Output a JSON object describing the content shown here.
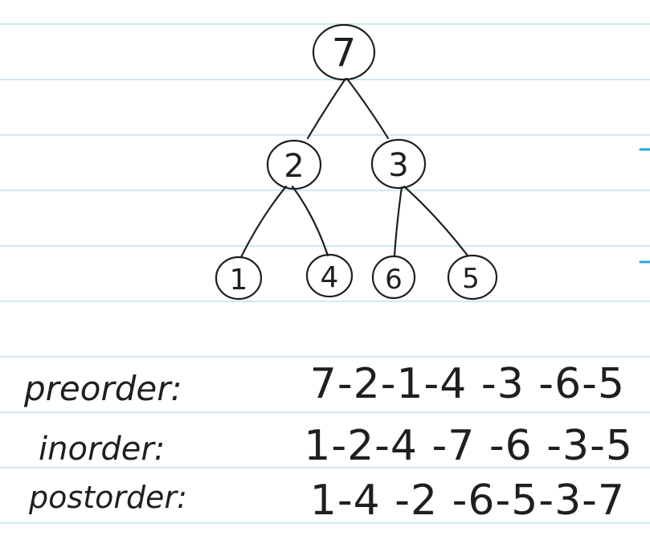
{
  "page": {
    "paper_color": "#ffffff",
    "rule_color": "#bfe3ec",
    "margin_mark_color": "#2aa6d6",
    "ink_color": "#1f1f1f"
  },
  "tree": {
    "nodes": [
      {
        "id": "n7",
        "label": "7"
      },
      {
        "id": "n2",
        "label": "2"
      },
      {
        "id": "n3",
        "label": "3"
      },
      {
        "id": "n1",
        "label": "1"
      },
      {
        "id": "n4",
        "label": "4"
      },
      {
        "id": "n6",
        "label": "6"
      },
      {
        "id": "n5",
        "label": "5"
      }
    ],
    "edges": [
      {
        "from": "n7",
        "to": "n2"
      },
      {
        "from": "n7",
        "to": "n3"
      },
      {
        "from": "n2",
        "to": "n1"
      },
      {
        "from": "n2",
        "to": "n4"
      },
      {
        "from": "n3",
        "to": "n6"
      },
      {
        "from": "n3",
        "to": "n5"
      }
    ]
  },
  "traversals": [
    {
      "label": "preorder:",
      "sequence": "7-2-1-4 -3 -6-5"
    },
    {
      "label": "inorder:",
      "sequence": "1-2-4 -7 -6 -3-5"
    },
    {
      "label": "postorder:",
      "sequence": "1-4 -2 -6-5-3-7"
    }
  ]
}
